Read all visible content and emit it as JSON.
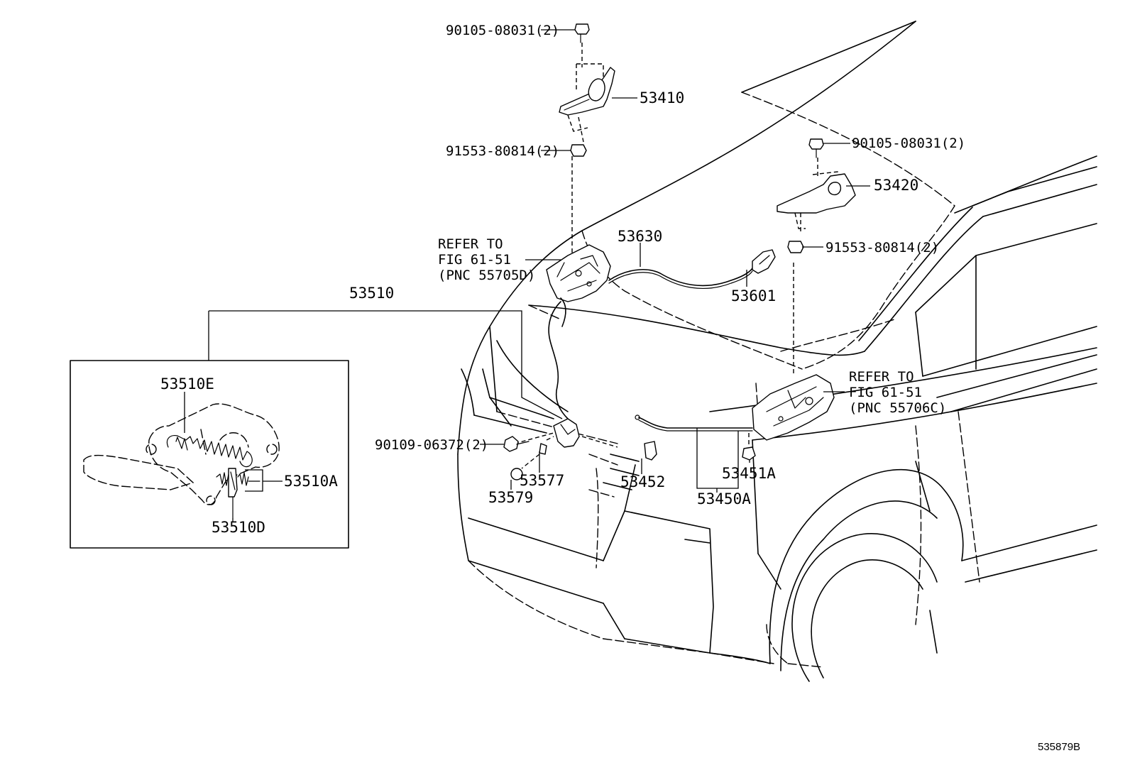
{
  "diagram_id": "535879B",
  "parts": {
    "bolt_top_hinge_lh": "90105-08031(2)",
    "hinge_lh": "53410",
    "nut_hinge_lh": "91553-80814(2)",
    "bolt_top_hinge_rh": "90105-08031(2)",
    "hinge_rh": "53420",
    "nut_hinge_rh": "91553-80814(2)",
    "release_cable": "53630",
    "release_lever": "53601",
    "hood_lock": "53510",
    "lock_spring_e": "53510E",
    "lock_spring_a": "53510A",
    "lock_part_d": "53510D",
    "bolt_lock": "90109-06372(2)",
    "cushion_53577": "53577",
    "cushion_53579": "53579",
    "support_53452": "53452",
    "support_53451a": "53451A",
    "support_rod_53450a": "53450A"
  },
  "refer_left": {
    "line1": "REFER TO",
    "line2": "FIG 61-51",
    "line3": "(PNC 55705D)"
  },
  "refer_right": {
    "line1": "REFER TO",
    "line2": "FIG 61-51",
    "line3": "(PNC 55706C)"
  }
}
